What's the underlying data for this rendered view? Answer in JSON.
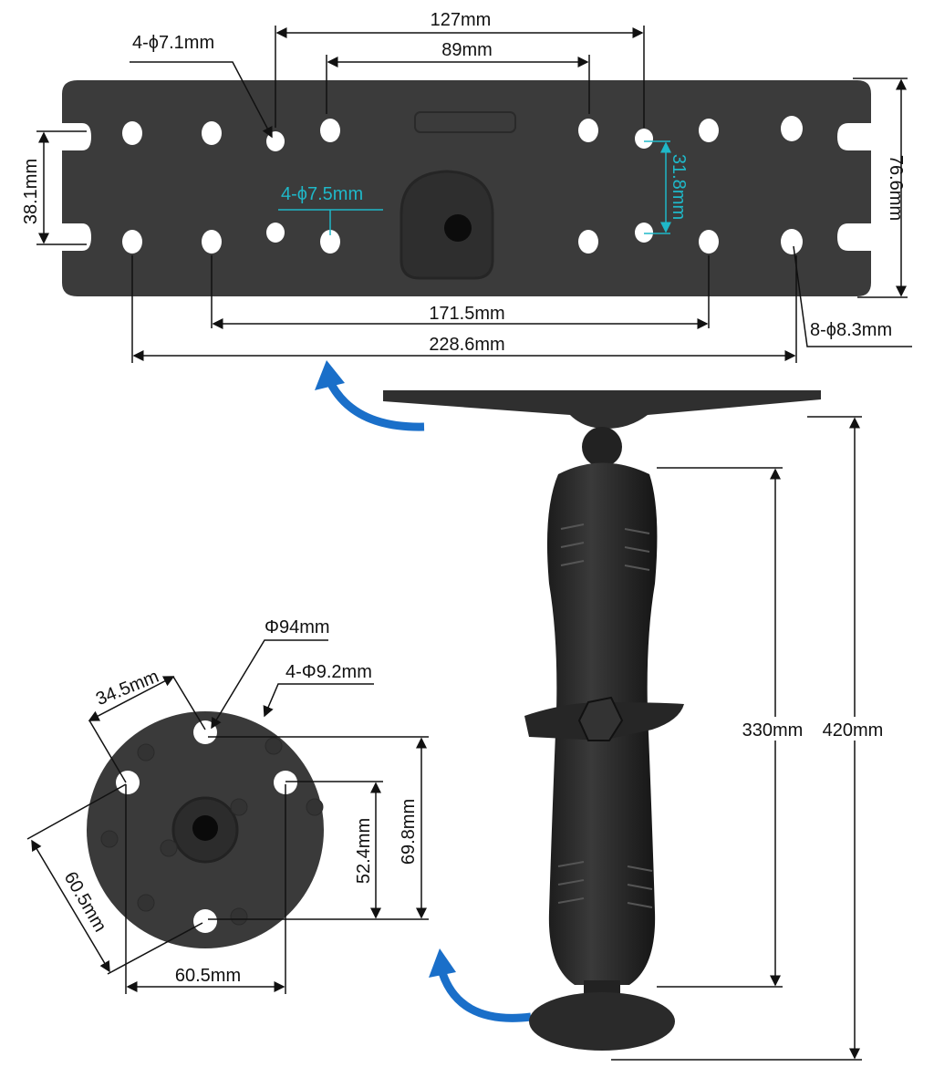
{
  "top_plate": {
    "labels": {
      "width_127": "127mm",
      "width_89": "89mm",
      "holes_7_1": "4-ϕ7.1mm",
      "height_38_1": "38.1mm",
      "holes_7_5": "4-ϕ7.5mm",
      "spacing_31_8": "31.8mm",
      "height_76_6": "76.6mm",
      "width_171_5": "171.5mm",
      "width_228_6": "228.6mm",
      "holes_8_3": "8-ϕ8.3mm"
    }
  },
  "round_base": {
    "labels": {
      "diameter": "Φ94mm",
      "holes": "4-Φ9.2mm",
      "offset_34_5": "34.5mm",
      "diag_60_5": "60.5mm",
      "width_60_5": "60.5mm",
      "height_52_4": "52.4mm",
      "height_69_8": "69.8mm"
    }
  },
  "arm": {
    "labels": {
      "arm_length": "330mm",
      "total_height": "420mm"
    }
  },
  "colors": {
    "part": "#3a3a3a",
    "accent": "#1fb8c8",
    "arrow": "#1a6fc9"
  }
}
